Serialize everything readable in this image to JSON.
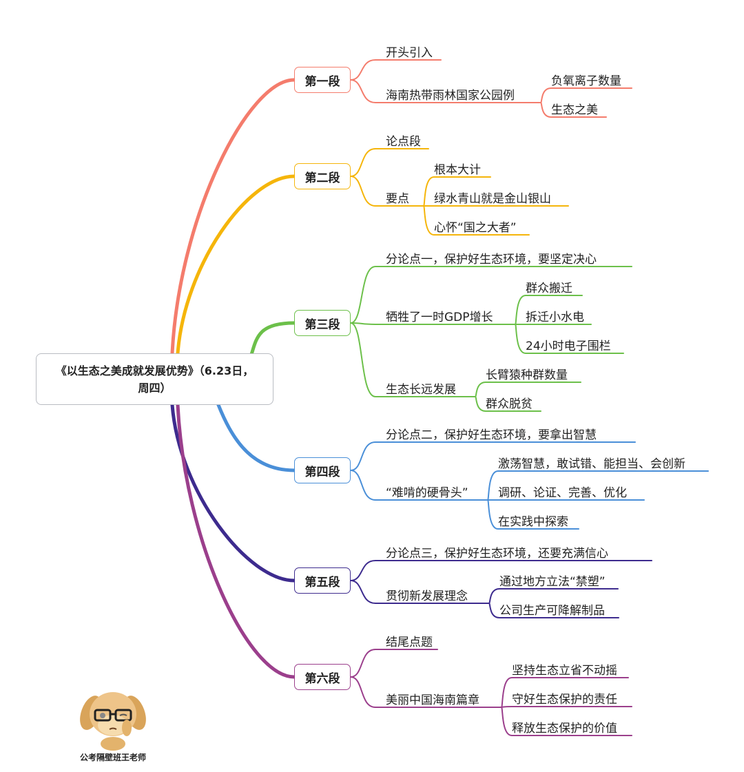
{
  "root": {
    "title": "《以生态之美成就发展优势》（6.23日，周四）"
  },
  "sections": [
    {
      "label": "第一段",
      "color": "#f47c6c",
      "children": [
        {
          "label": "开头引入",
          "children": []
        },
        {
          "label": "海南热带雨林国家公园例",
          "children": [
            {
              "label": "负氧离子数量"
            },
            {
              "label": "生态之美"
            }
          ]
        }
      ]
    },
    {
      "label": "第二段",
      "color": "#f5b50a",
      "children": [
        {
          "label": "论点段",
          "children": []
        },
        {
          "label": "要点",
          "children": [
            {
              "label": "根本大计"
            },
            {
              "label": "绿水青山就是金山银山"
            },
            {
              "label": "心怀“国之大者”"
            }
          ]
        }
      ]
    },
    {
      "label": "第三段",
      "color": "#6cc04a",
      "children": [
        {
          "label": "分论点一，保护好生态环境，要坚定决心",
          "children": []
        },
        {
          "label": "牺牲了一时GDP增长",
          "children": [
            {
              "label": "群众搬迁"
            },
            {
              "label": "拆迁小水电"
            },
            {
              "label": "24小时电子围栏"
            }
          ]
        },
        {
          "label": "生态长远发展",
          "children": [
            {
              "label": "长臂猿种群数量"
            },
            {
              "label": "群众脱贫"
            }
          ]
        }
      ]
    },
    {
      "label": "第四段",
      "color": "#4a8fd8",
      "children": [
        {
          "label": "分论点二，保护好生态环境，要拿出智慧",
          "children": []
        },
        {
          "label": "“难啃的硬骨头”",
          "children": [
            {
              "label": "激荡智慧，敢试错、能担当、会创新"
            },
            {
              "label": "调研、论证、完善、优化"
            },
            {
              "label": "在实践中探索"
            }
          ]
        }
      ]
    },
    {
      "label": "第五段",
      "color": "#3d2b8e",
      "children": [
        {
          "label": "分论点三，保护好生态环境，还要充满信心",
          "children": []
        },
        {
          "label": "贯彻新发展理念",
          "children": [
            {
              "label": "通过地方立法“禁塑”"
            },
            {
              "label": "公司生产可降解制品"
            }
          ]
        }
      ]
    },
    {
      "label": "第六段",
      "color": "#9b3f8c",
      "children": [
        {
          "label": "结尾点题",
          "children": []
        },
        {
          "label": "美丽中国海南篇章",
          "children": [
            {
              "label": "坚持生态立省不动摇"
            },
            {
              "label": "守好生态保护的责任"
            },
            {
              "label": "释放生态保护的价值"
            }
          ]
        }
      ]
    }
  ],
  "watermark": {
    "caption": "公考隔壁班王老师",
    "icon": "dog-with-glasses-mascot"
  }
}
